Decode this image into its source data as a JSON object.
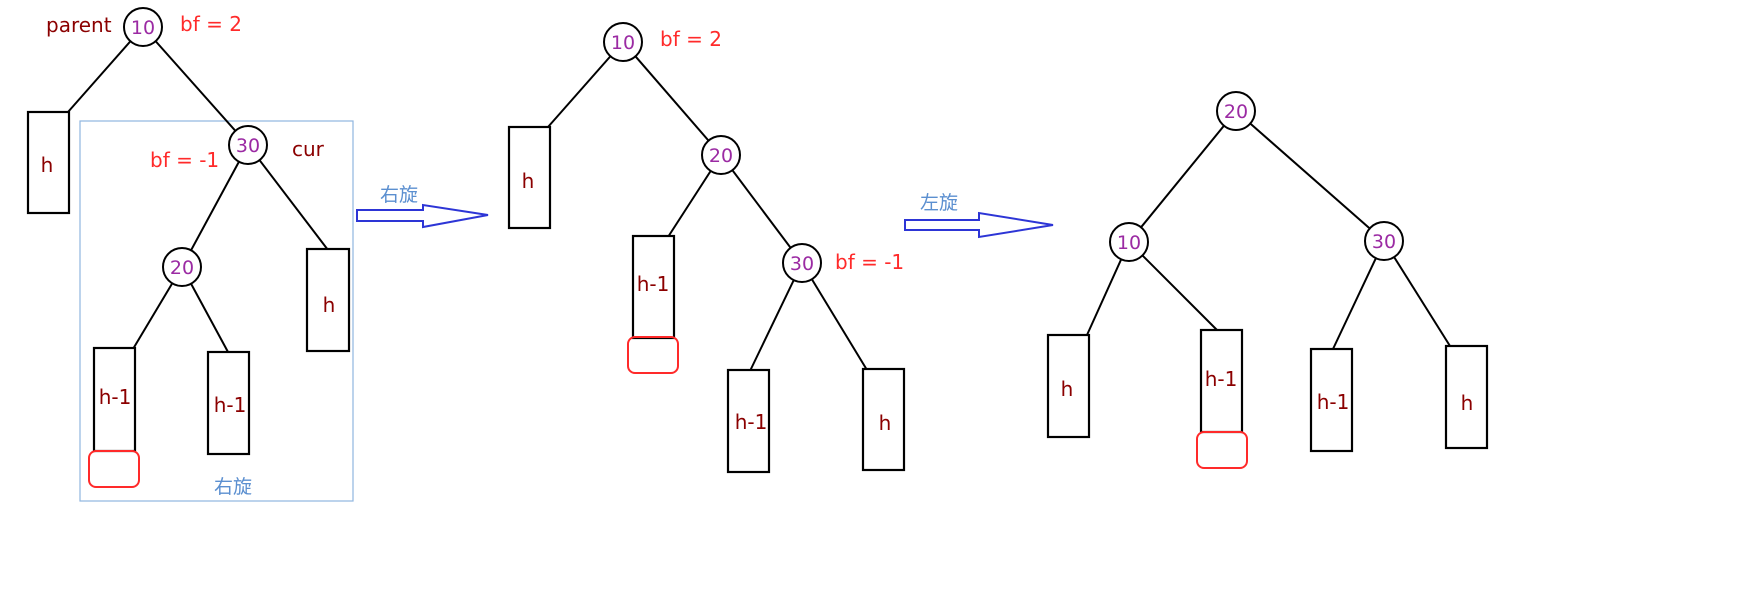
{
  "colors": {
    "node_value": "#9b2aa3",
    "subtree_label": "#8b0000",
    "bf_label": "#ff2a2a",
    "added_leaf": "#ff2a2a",
    "parent_cur_label": "#8b0000",
    "rotation_label": "#5b8fd0",
    "arrow": "#2d35d6",
    "highlight_box": "#8fb6e0"
  },
  "stage1": {
    "parent_label": "parent",
    "cur_label": "cur",
    "root_value": "10",
    "root_bf": "bf = 2",
    "cur_value": "30",
    "cur_bf": "bf = -1",
    "inner_value": "20",
    "left_subtree": "h",
    "right_subtree": "h",
    "inner_left_subtree": "h-1",
    "inner_right_subtree": "h-1",
    "box_caption": "右旋"
  },
  "arrow1_label": "右旋",
  "stage2": {
    "root_value": "10",
    "root_bf": "bf = 2",
    "mid_value": "20",
    "right_value": "30",
    "right_bf": "bf = -1",
    "left_subtree": "h",
    "mid_left_subtree": "h-1",
    "right_left_subtree": "h-1",
    "right_right_subtree": "h"
  },
  "arrow2_label": "左旋",
  "stage3": {
    "root_value": "20",
    "left_value": "10",
    "right_value": "30",
    "left_left_subtree": "h",
    "left_right_subtree": "h-1",
    "right_left_subtree": "h-1",
    "right_right_subtree": "h"
  }
}
